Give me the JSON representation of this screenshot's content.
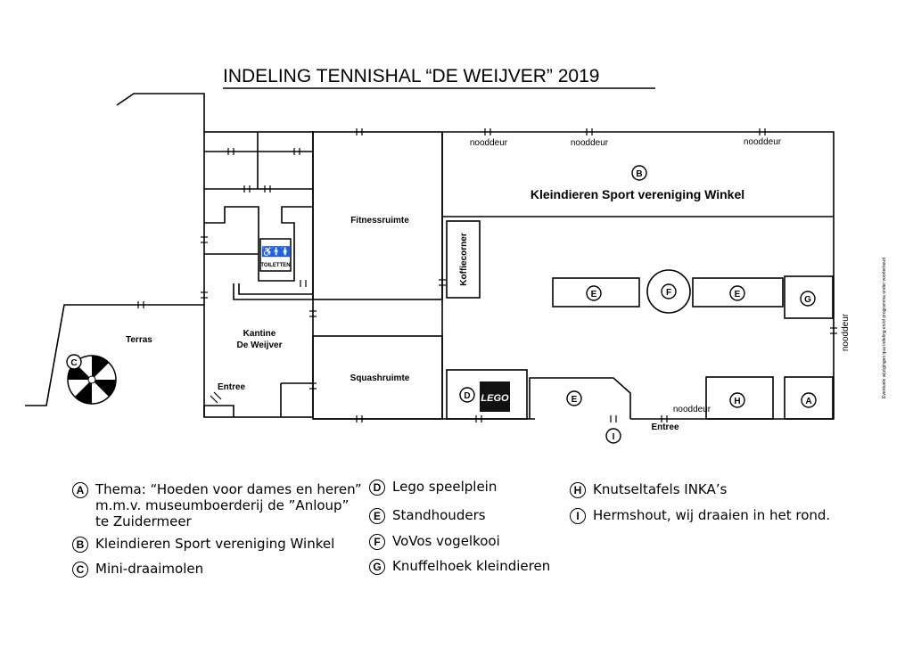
{
  "title": "INDELING TENNISHAL “DE WEIJVER” 2019",
  "side_note": "Eventuele wijzigingen qua indeling en/of programma onder voorbehoud",
  "labels": {
    "terras": "Terras",
    "kantine": "Kantine",
    "kantine_name": "De Weijver",
    "entree_left": "Entree",
    "entree_right": "Entree",
    "fitness": "Fitnessruimte",
    "squash": "Squashruimte",
    "koffiecorner": "Koffiecorner",
    "toiletten": "TOILETTEN",
    "main_hall_title": "Kleindieren Sport vereniging Winkel",
    "nooddeur_1": "nooddeur",
    "nooddeur_2": "nooddeur",
    "nooddeur_3": "nooddeur",
    "nooddeur_bottom": "nooddeur",
    "nooddeur_right": "nooddeur",
    "lego": "LEGO"
  },
  "markers": {
    "A": "A",
    "B": "B",
    "C": "C",
    "D": "D",
    "E1": "E",
    "E2": "E",
    "E3": "E",
    "F": "F",
    "G": "G",
    "H": "H",
    "I": "I"
  },
  "legend": [
    {
      "key": "A",
      "lines": [
        "Thema: “Hoeden voor dames en heren”",
        "m.m.v. museumboerderij de ”Anloup”",
        "te Zuidermeer"
      ]
    },
    {
      "key": "B",
      "lines": [
        "Kleindieren Sport vereniging  Winkel"
      ]
    },
    {
      "key": "C",
      "lines": [
        "Mini-draaimolen"
      ]
    },
    {
      "key": "D",
      "lines": [
        "Lego speelplein"
      ]
    },
    {
      "key": "E",
      "lines": [
        "Standhouders"
      ]
    },
    {
      "key": "F",
      "lines": [
        "VoVos vogelkooi"
      ]
    },
    {
      "key": "G",
      "lines": [
        "Knuffelhoek kleindieren"
      ]
    },
    {
      "key": "H",
      "lines": [
        "Knutseltafels INKA’s"
      ]
    },
    {
      "key": "I",
      "lines": [
        "Hermshout, wij draaien in het rond."
      ]
    }
  ]
}
